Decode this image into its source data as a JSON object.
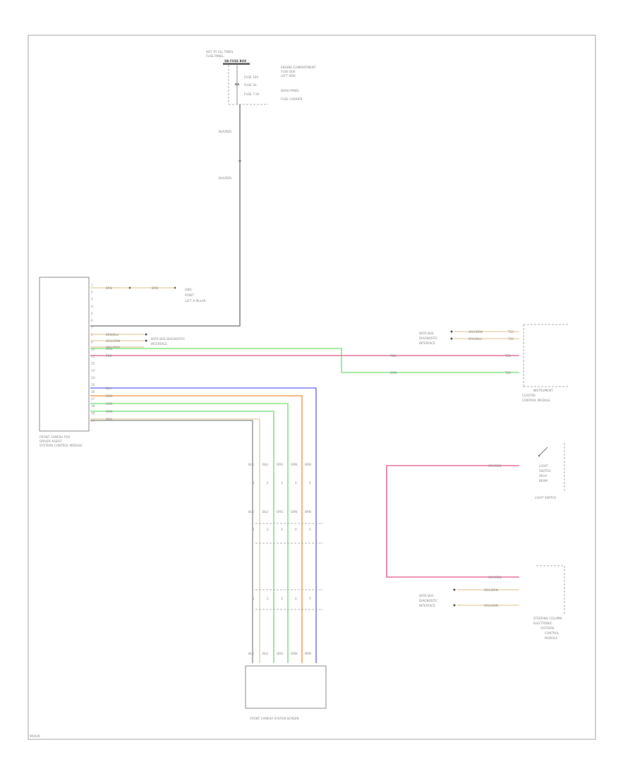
{
  "power_supply": {
    "title": "HOT AT ALL TIMES",
    "sub": "FUSE PANEL",
    "block": "SB-FUSE BOX",
    "fuses": [
      "FUSE 10A",
      "FUSE 5A",
      "FUSE 7.5A"
    ],
    "desc": [
      "ENGINE COMPARTMENT",
      "FUSE BOX",
      "LEFT SIDE",
      "DASH PANEL",
      "FUSE CARRIER"
    ],
    "wires": [
      "BLK/RED",
      "BLK/RED"
    ]
  },
  "module": {
    "name_lines": [
      "FRONT CAMERA FOR",
      "DRIVER ASSIST",
      "SYSTEMS CONTROL MODULE"
    ],
    "pins": [
      "1",
      "2",
      "3",
      "4",
      "5",
      "6",
      "7",
      "8",
      "9",
      "10",
      "11",
      "12",
      "13",
      "14",
      "15",
      "16",
      "17",
      "18",
      "19",
      "20"
    ],
    "gnd_wire": "BRN",
    "gnd_label": [
      "GND",
      "POINT",
      "LEFT A-PILLAR"
    ],
    "b_wires": [
      "BRN/BLU",
      "ORG/GRN",
      "ORG/BRN"
    ],
    "b_dest": [
      "DATA BUS DIAGNOSTIC",
      "INTERFACE"
    ],
    "can_wires": [
      "GRN",
      "PNK"
    ],
    "video_wires": [
      "BLU",
      "ORG",
      "GRN",
      "GRN",
      "BRN"
    ]
  },
  "right_module": {
    "name": "INSTRUMENT CLUSTER CONTROL MODULE",
    "lines": [
      "INSTRUMENT",
      "CLUSTER",
      "CONTROL MODULE"
    ],
    "wires": [
      "ORG/BRN",
      "ORG/BLU",
      "PNK",
      "GRN"
    ],
    "dest": [
      "DATA BUS",
      "DIAGNOSTIC",
      "INTERFACE"
    ],
    "pins": [
      "T32",
      "T32",
      "T20",
      "T20"
    ]
  },
  "light_switch": {
    "name": "LIGHT SWITCH",
    "lines": [
      "LIGHT",
      "SWITCH",
      "HIGH",
      "BEAM"
    ],
    "wire": "GRY/RED"
  },
  "steering_module": {
    "name_lines": [
      "STEERING COLUMN",
      "ELECTRONIC",
      "SYSTEMS",
      "CONTROL",
      "MODULE"
    ],
    "wires": [
      "GRY/RED",
      "ORG/BRN",
      "ORG/GRN"
    ],
    "dest": [
      "DATA BUS",
      "DIAGNOSTIC",
      "INTERFACE"
    ]
  },
  "connectors": {
    "wire_tags": [
      "BLK",
      "BLU",
      "ORG",
      "GRN",
      "BRN"
    ],
    "pins": [
      "1",
      "2",
      "3",
      "4",
      "5"
    ]
  },
  "camera": {
    "name": "FRONT CAMERA SYSTEM SCREEN"
  },
  "footer": {
    "code": "W0036"
  },
  "colors": {
    "blue": "#7f7ff5",
    "orange": "#f5a460",
    "green": "#88e488",
    "pink": "#e8749a",
    "tan": "#e9d6ae",
    "gray": "#9e9e9e",
    "black": "#555555"
  }
}
